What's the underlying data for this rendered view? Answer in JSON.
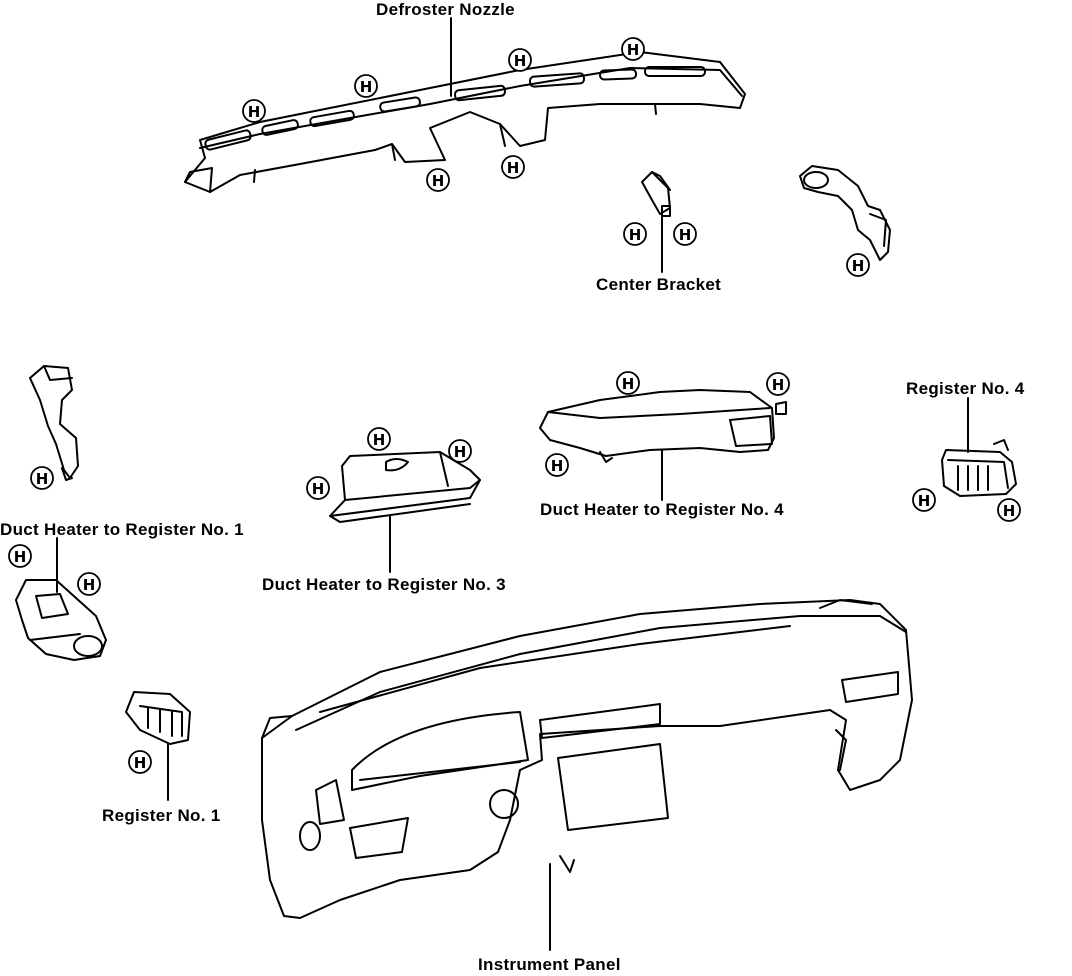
{
  "labels": {
    "defroster_nozzle": "Defroster Nozzle",
    "center_bracket": "Center Bracket",
    "duct_heater_reg1": "Duct Heater to Register No. 1",
    "duct_heater_reg3": "Duct Heater to Register No. 3",
    "duct_heater_reg4": "Duct Heater to Register No. 4",
    "register_no4": "Register No. 4",
    "register_no1": "Register No. 1",
    "instrument_panel": "Instrument Panel"
  },
  "fastener_symbol": "H",
  "colors": {
    "ink": "#000000",
    "paper": "#ffffff"
  }
}
